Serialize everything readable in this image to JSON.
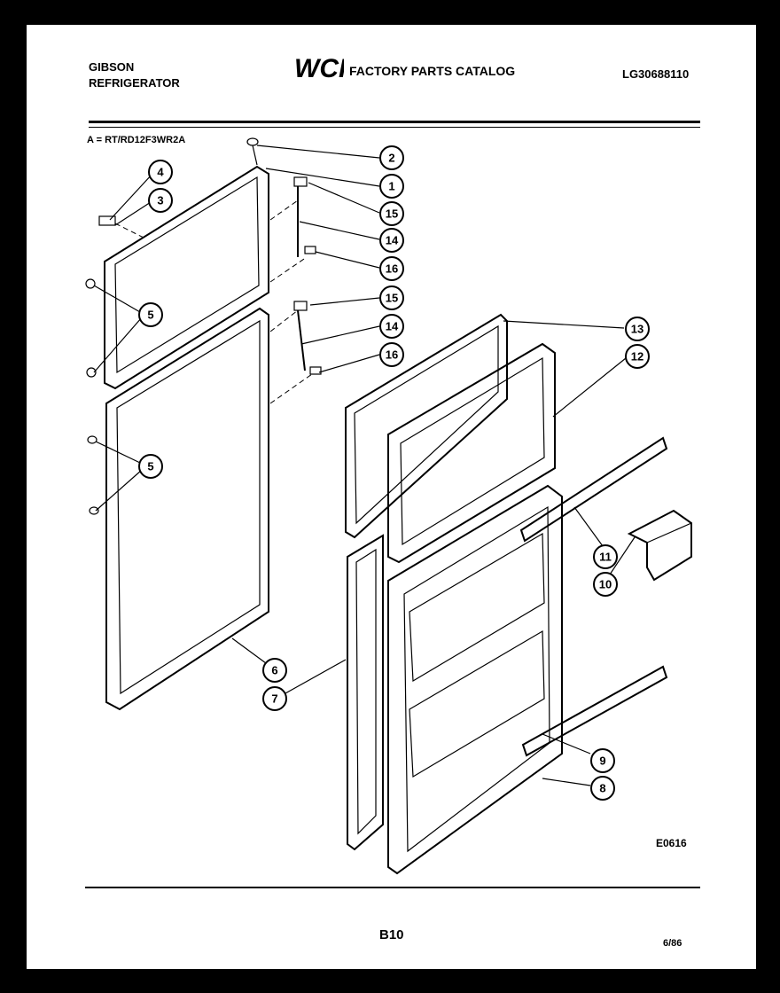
{
  "header": {
    "brand_line1": "GIBSON",
    "brand_line2": "REFRIGERATOR",
    "logo_text": "WCI",
    "catalog_title": "FACTORY PARTS CATALOG",
    "document_number": "LG30688110"
  },
  "model_label": "A = RT/RD12F3WR2A",
  "callouts": [
    {
      "id": "c2",
      "label": "2"
    },
    {
      "id": "c1",
      "label": "1"
    },
    {
      "id": "c15a",
      "label": "15"
    },
    {
      "id": "c14a",
      "label": "14"
    },
    {
      "id": "c16a",
      "label": "16"
    },
    {
      "id": "c15b",
      "label": "15"
    },
    {
      "id": "c14b",
      "label": "14"
    },
    {
      "id": "c16b",
      "label": "16"
    },
    {
      "id": "c4",
      "label": "4"
    },
    {
      "id": "c3",
      "label": "3"
    },
    {
      "id": "c5a",
      "label": "5"
    },
    {
      "id": "c5b",
      "label": "5"
    },
    {
      "id": "c13",
      "label": "13"
    },
    {
      "id": "c12",
      "label": "12"
    },
    {
      "id": "c11",
      "label": "11"
    },
    {
      "id": "c10",
      "label": "10"
    },
    {
      "id": "c6",
      "label": "6"
    },
    {
      "id": "c7",
      "label": "7"
    },
    {
      "id": "c9",
      "label": "9"
    },
    {
      "id": "c8",
      "label": "8"
    }
  ],
  "footer": {
    "figure_code": "E0616",
    "page_number": "B10",
    "date": "6/86"
  }
}
